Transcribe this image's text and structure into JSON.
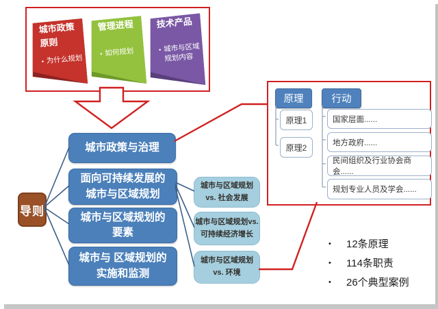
{
  "symbols": {
    "bullet": "•"
  },
  "colors": {
    "red_line": "#d02020",
    "dark_blue": "#4b80ba",
    "light_blue": "#a5cfdf",
    "header_blue": "#4f81bd",
    "guideline_brown": "#9a5127",
    "ribbon_red": "#c5332c",
    "ribbon_green": "#94c23e",
    "ribbon_purple": "#7a58a5"
  },
  "banner": {
    "ribbons": [
      {
        "title_line1": "城市政策",
        "title_line2": "原则",
        "bullet": "为什么规划"
      },
      {
        "title_line1": "管理进程",
        "title_line2": "",
        "bullet": "如何规划"
      },
      {
        "title_line1": "技术产品",
        "title_line2": "",
        "bullet_line1": "城市与区域",
        "bullet_line2": "规划内容"
      }
    ]
  },
  "guideline": {
    "label": "导则"
  },
  "main_boxes": [
    {
      "lines": [
        "城市政策与治理"
      ]
    },
    {
      "lines": [
        "面向可持续发展的",
        "城市与区域规划"
      ]
    },
    {
      "lines": [
        "城市与区域规划的",
        "要素"
      ]
    },
    {
      "lines": [
        "城市与 区域规划的",
        "实施和监测"
      ]
    }
  ],
  "sub_boxes": [
    {
      "lines": [
        "城市与区域规划",
        "vs. 社会发展"
      ]
    },
    {
      "lines": [
        "城市与区域规划vs.",
        "可持续经济增长"
      ]
    },
    {
      "lines": [
        "城市与区域规划",
        "vs. 环境"
      ]
    }
  ],
  "annotation": {
    "principle_header": "原理",
    "action_header": "行动",
    "principles": [
      "原理1",
      "原理2"
    ],
    "actions": [
      "国家层面......",
      "地方政府......",
      "民间组织及行业协会商会......",
      "规划专业人员及学会......"
    ]
  },
  "stats": [
    "12条原理",
    "114条职责",
    "26个典型案例"
  ]
}
